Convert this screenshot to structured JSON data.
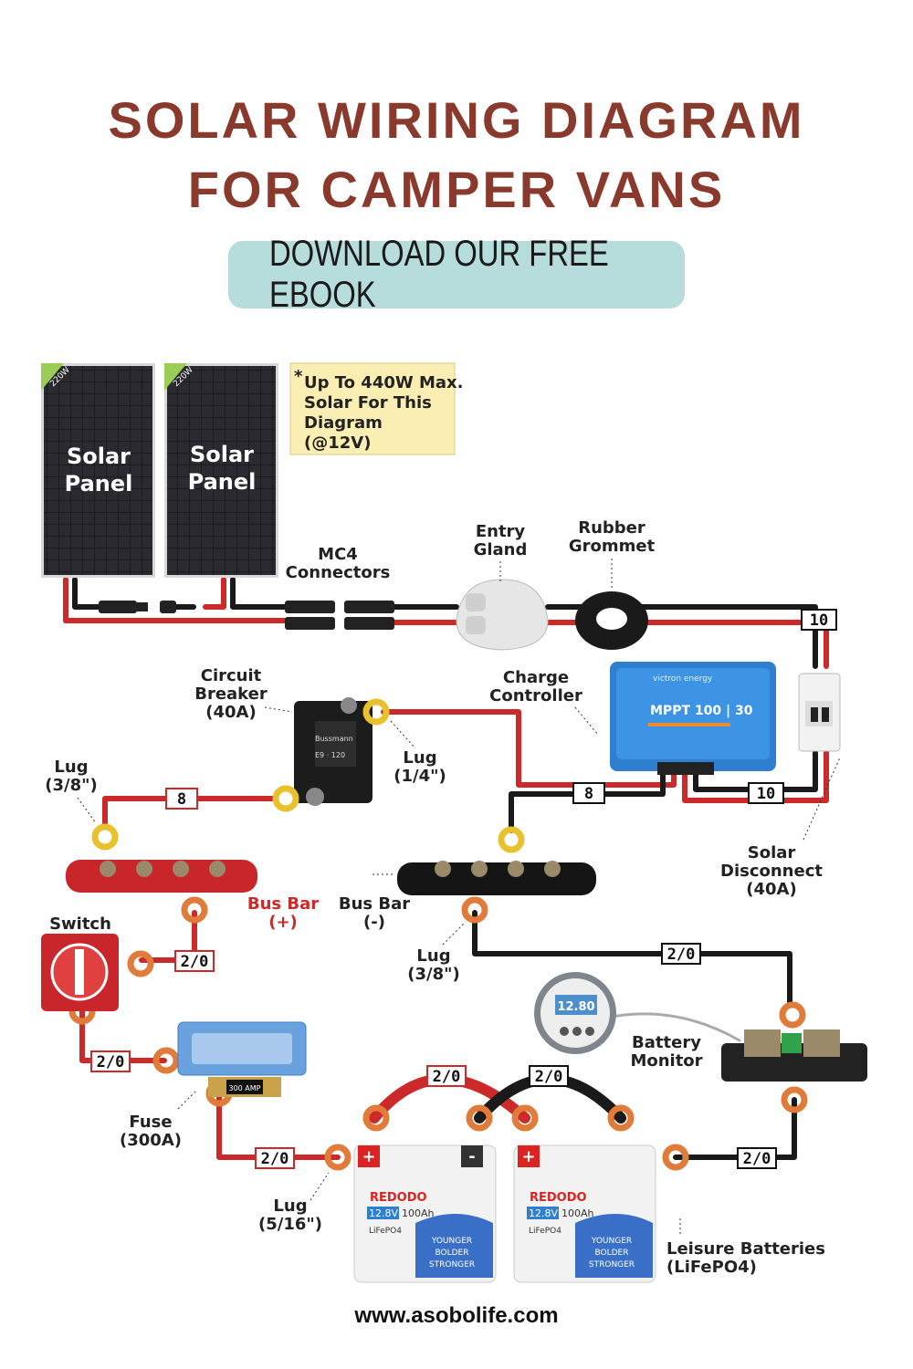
{
  "title": {
    "line1": "SOLAR WIRING DIAGRAM",
    "line2": "FOR CAMPER VANS"
  },
  "cta": {
    "label": "DOWNLOAD OUR FREE EBOOK"
  },
  "note": {
    "star": "*",
    "line1": "Up To 440W Max.",
    "line2": "Solar For This",
    "line3": "Diagram",
    "line4": "(@12V)"
  },
  "panels": [
    {
      "line1": "Solar",
      "line2": "Panel",
      "badge": "220W"
    },
    {
      "line1": "Solar",
      "line2": "Panel",
      "badge": "220W"
    }
  ],
  "labels": {
    "mc4_1": "MC4",
    "mc4_2": "Connectors",
    "entry_1": "Entry",
    "entry_2": "Gland",
    "rubber_1": "Rubber",
    "rubber_2": "Grommet",
    "cb_1": "Circuit",
    "cb_2": "Breaker",
    "cb_3": "(40A)",
    "cc_1": "Charge",
    "cc_2": "Controller",
    "lug14_1": "Lug",
    "lug14_2": "(1/4\")",
    "lug38a_1": "Lug",
    "lug38a_2": "(3/8\")",
    "busp_1": "Bus Bar",
    "busp_2": "(+)",
    "busn_1": "Bus Bar",
    "busn_2": "(-)",
    "switch": "Switch",
    "lug38b_1": "Lug",
    "lug38b_2": "(3/8\")",
    "sd_1": "Solar",
    "sd_2": "Disconnect",
    "sd_3": "(40A)",
    "bm_1": "Battery",
    "bm_2": "Monitor",
    "fuse_1": "Fuse",
    "fuse_2": "(300A)",
    "lug516_1": "Lug",
    "lug516_2": "(5/16\")",
    "lb_1": "Leisure Batteries",
    "lb_2": "(LiFePO4)"
  },
  "gauges": {
    "g10a": "10",
    "g10b": "10",
    "g8a": "8",
    "g8b": "8",
    "g20a": "2/0",
    "g20b": "2/0",
    "g20c": "2/0",
    "g20d": "2/0",
    "g20e": "2/0",
    "g20f": "2/0",
    "g20g": "2/0"
  },
  "controller": {
    "brand": "victron energy",
    "model": "MPPT 100 | 30"
  },
  "monitor": {
    "reading": "12.80"
  },
  "battery": {
    "brand": "REDODO",
    "voltage": "12.8V",
    "capacity": "100Ah",
    "chem": "LiFePO4",
    "slogan1": "YOUNGER",
    "slogan2": "BOLDER",
    "slogan3": "STRONGER",
    "plus": "+",
    "minus": "-"
  },
  "fuse": {
    "rating": "300 AMP"
  },
  "footer": {
    "url": "www.asobolife.com"
  },
  "colors": {
    "title": "#8a3a2c",
    "cta_bg": "#b7dcdc",
    "wire_red": "#cc2a2a",
    "wire_black": "#1a1a1a",
    "lug_orange": "#e07b3a",
    "lug_yellow": "#e8c22e",
    "controller_blue": "#2f7fd0"
  }
}
